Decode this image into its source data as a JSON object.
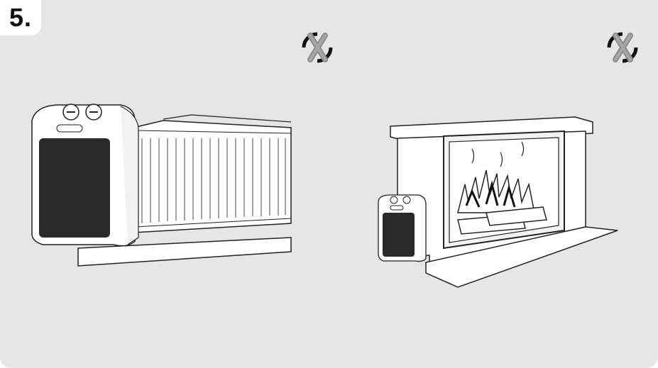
{
  "step": {
    "number_label": "5."
  },
  "panels": [
    {
      "id": "heater-next-to-radiator",
      "icon": "prohibited-x-icon"
    },
    {
      "id": "heater-next-to-fireplace",
      "icon": "prohibited-x-icon"
    }
  ],
  "colors": {
    "background": "#e6e6e6",
    "line": "#222222",
    "grille": "#2a2a2a",
    "prohibit_x": "#8c8c8c"
  }
}
